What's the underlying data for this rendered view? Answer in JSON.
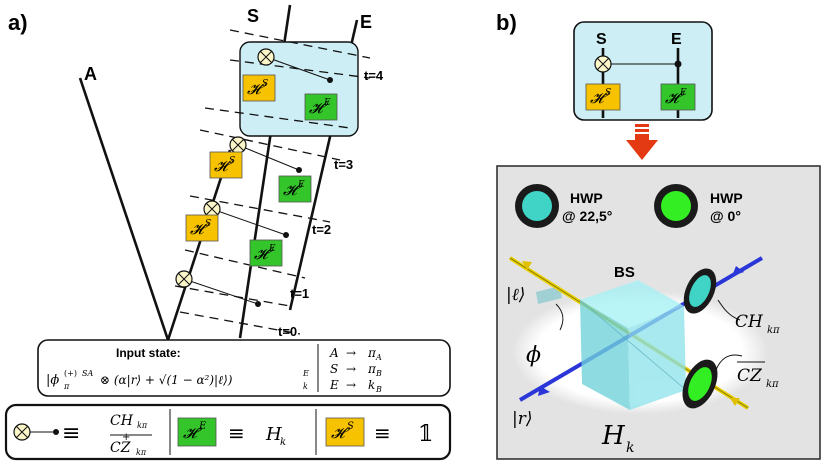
{
  "panel_a": {
    "label": "a)",
    "wire_labels": {
      "a": "A",
      "s": "S",
      "e": "E"
    },
    "time_labels": [
      "t=0",
      "t=1",
      "t=2",
      "t=3",
      "t=4"
    ],
    "gate_hs": "𝓗",
    "gate_hs_sup": "S",
    "gate_he": "𝓗",
    "gate_he_sup": "E",
    "input_state": {
      "title": "Input state:",
      "formula_prefix": "|ϕ",
      "formula_sup1": "(+)",
      "formula_sup2": "SA",
      "formula_sub1": "π",
      "formula_mid": "⊗ (α|r⟩ + √(1 − α²)|ℓ⟩)",
      "formula_sup3": "E",
      "formula_sub3": "k",
      "mapping": [
        {
          "from": "A",
          "arrow": "→",
          "to": "π",
          "to_sub": "A"
        },
        {
          "from": "S",
          "arrow": "→",
          "to": "π",
          "to_sub": "B"
        },
        {
          "from": "E",
          "arrow": "→",
          "to": "k",
          "to_sub": "B"
        }
      ]
    },
    "legend": {
      "equiv": "≡",
      "ch": "CH",
      "ch_sub": "kπ",
      "plus": "+",
      "cz": "CZ",
      "cz_sub": "kπ",
      "he_equals": "H",
      "he_equals_sub": "k",
      "hs_equals": "𝟙"
    }
  },
  "panel_b": {
    "label": "b)",
    "wire_labels": {
      "s": "S",
      "e": "E"
    },
    "hwp1": {
      "line1": "HWP",
      "line2": "@ 22,5°",
      "color": "#3fd4c6"
    },
    "hwp2": {
      "line1": "HWP",
      "line2": "@ 0°",
      "color": "#33ee22"
    },
    "bs_label": "BS",
    "ell": "|ℓ⟩",
    "r": "|r⟩",
    "phi": "ϕ",
    "ch": "CH",
    "ch_sub": "kπ",
    "cz": "CZ",
    "cz_sub": "kπ",
    "hk": "H",
    "hk_sub": "k"
  },
  "colors": {
    "hs": "#f7c300",
    "he": "#33c52a",
    "box_bg": "#cdeef5",
    "panel_bg": "#e3e3e3",
    "arrow": "#e43a14"
  }
}
